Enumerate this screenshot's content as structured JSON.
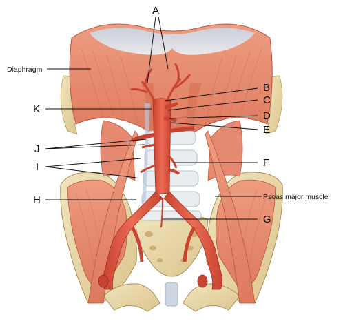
{
  "colors": {
    "muscle": "#e88a6e",
    "muscle_dark": "#c9604a",
    "tendon": "#d8dde6",
    "bone": "#ecdcae",
    "bone_dark": "#cdb67c",
    "artery": "#e05a45",
    "artery_dark": "#b23a2a",
    "vein_blue": "#9fb8d6"
  },
  "labels": {
    "A": "A",
    "B": "B",
    "C": "C",
    "D": "D",
    "E": "E",
    "F": "F",
    "G": "G",
    "H": "H",
    "I": "I",
    "J": "J",
    "K": "K",
    "diaphragm": "Diaphragm",
    "psoas": "Psoas major muscle"
  }
}
